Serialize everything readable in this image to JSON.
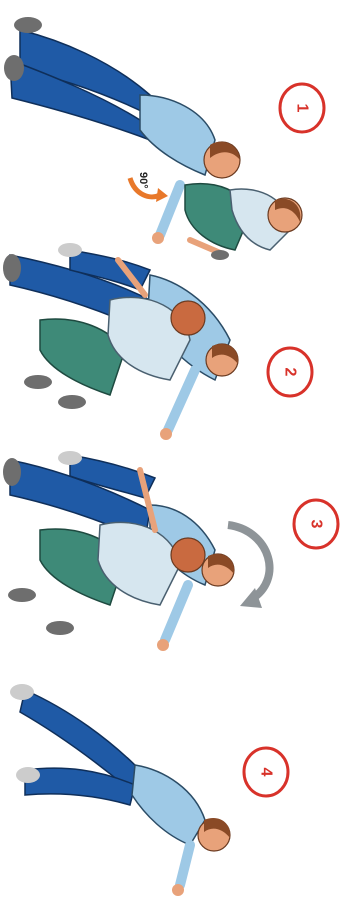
{
  "steps": [
    {
      "number": "1",
      "angle_label": "90°"
    },
    {
      "number": "2"
    },
    {
      "number": "3"
    },
    {
      "number": "4"
    }
  ],
  "colors": {
    "badge_red": "#d8322a",
    "trousers_blue": "#1f5aa6",
    "shirt_lightblue": "#9ec9e6",
    "helper_green": "#3e8a78",
    "helper_shirt": "#d6e6ef",
    "skin": "#e8a27a",
    "hair": "#8a4a26",
    "arrow_orange": "#e8782a",
    "arrow_grey": "#8e9498"
  }
}
